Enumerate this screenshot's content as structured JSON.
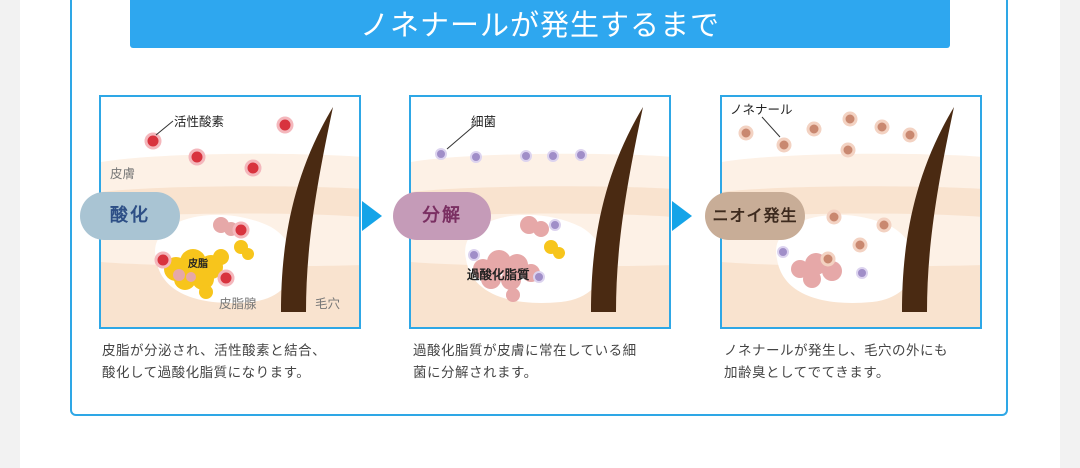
{
  "header": {
    "title": "ノネナールが発生するまで"
  },
  "steps": [
    {
      "bubble": "酸化",
      "bubble_bg": "#a9c4d3",
      "bubble_color": "#2d4f86",
      "labels": {
        "radical": "活性酸素",
        "skin": "皮膚",
        "sebum": "皮脂",
        "gland": "皮脂腺",
        "pore": "毛穴"
      },
      "caption_lines": [
        "皮脂が分泌され、活性酸素と結合、",
        "酸化して過酸化脂質になります。"
      ]
    },
    {
      "bubble": "分解",
      "bubble_bg": "#c59bb8",
      "bubble_color": "#7a2f62",
      "labels": {
        "bacteria": "細菌",
        "lipid": "過酸化脂質"
      },
      "caption_lines": [
        "過酸化脂質が皮膚に常在している細",
        "菌に分解されます。"
      ]
    },
    {
      "bubble": "ニオイ発生",
      "bubble_bg": "#c8ad97",
      "bubble_color": "#3d2a1e",
      "labels": {
        "nonenal": "ノネナール"
      },
      "caption_lines": [
        "ノネナールが発生し、毛穴の外にも",
        "加齢臭としてでてきます。"
      ]
    }
  ],
  "colors": {
    "accent": "#2ea7ef",
    "hair": "#4a2a12",
    "skin_light": "#fdf1e6",
    "skin_band": "#f9e3cf",
    "radical": "#d8333e",
    "sebum": "#f7c51c",
    "lipid": "#e6a8a8",
    "bacteria": "#a08ec8",
    "nonenal": "#c98870"
  }
}
